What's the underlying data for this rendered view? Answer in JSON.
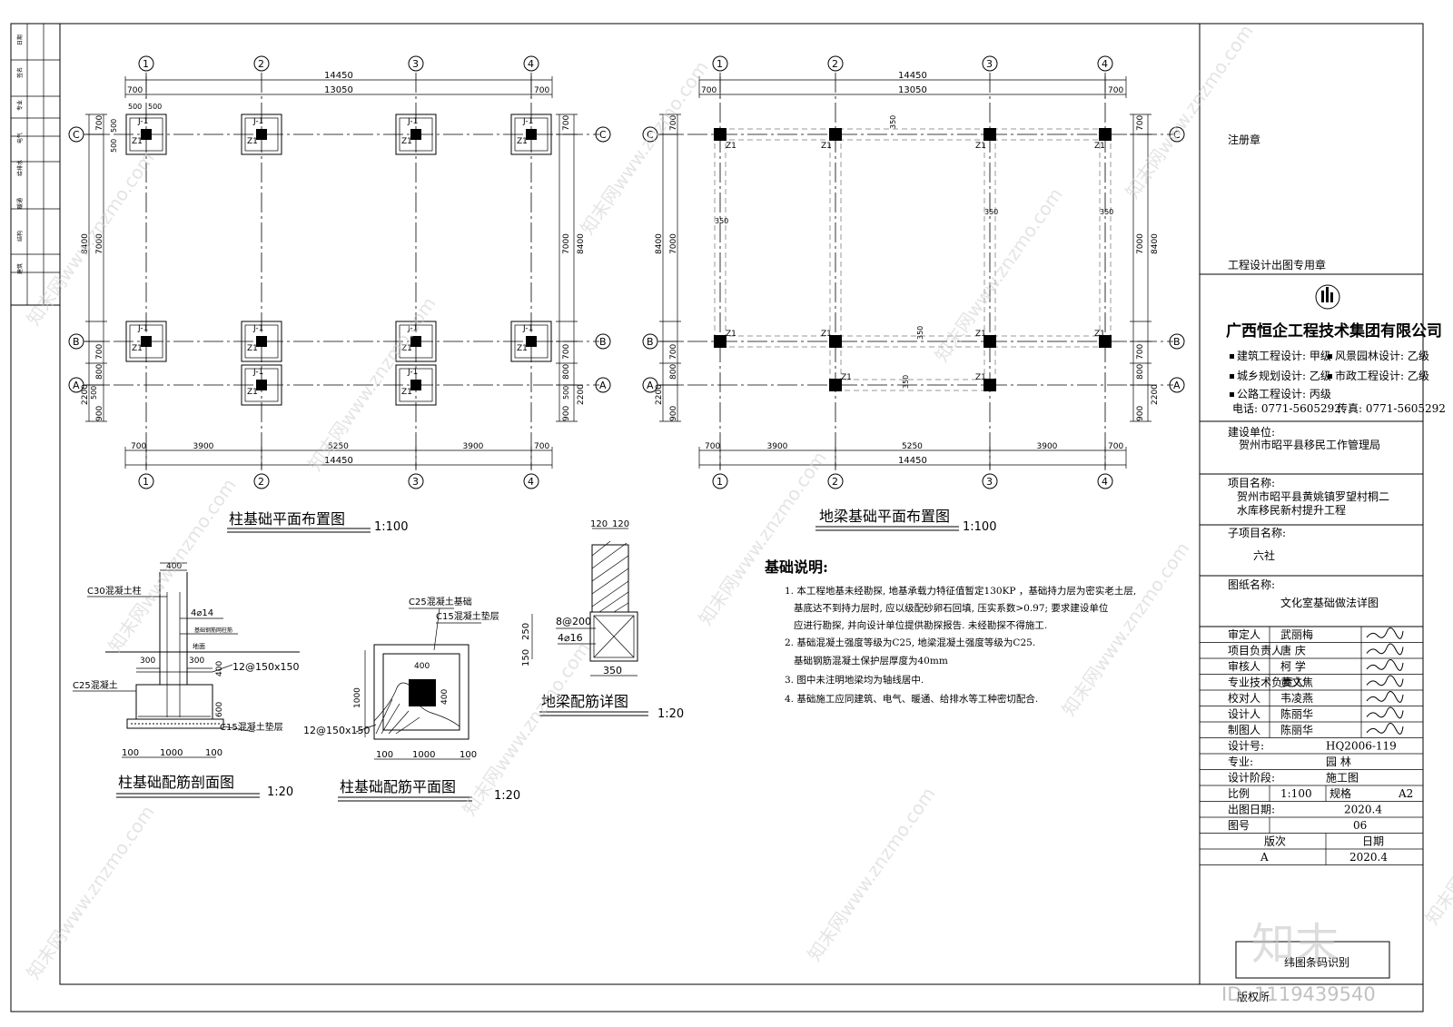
{
  "drawing": {
    "plan1": {
      "title": "柱基础平面布置图",
      "scale": "1:100",
      "footing_label": "J-1",
      "column_label": "Z1"
    },
    "plan2": {
      "title": "地梁基础平面布置图",
      "scale": "1:100",
      "column_label": "Z1",
      "beam_width": "350"
    },
    "axes": {
      "cols": [
        "1",
        "2",
        "3",
        "4"
      ],
      "rows": [
        "C",
        "B",
        "A"
      ]
    },
    "dims": {
      "total": "14450",
      "inner": "13050",
      "edge": "700",
      "spans": [
        "3900",
        "5250",
        "3900"
      ],
      "left1": [
        "700",
        "7000",
        "700",
        "800",
        "900"
      ],
      "left2": [
        "8400",
        "2200"
      ],
      "pad": [
        "500",
        "500"
      ],
      "pad_v": [
        "500",
        "500"
      ],
      "pad_v2": [
        "500",
        "500"
      ],
      "beam_350": "350"
    },
    "section": {
      "title": "柱基础配筋剖面图",
      "scale": "1:20",
      "c30": "C30混凝土柱",
      "bar1": "4⌀14",
      "note1": "基础钢筋网柱筋",
      "ground": "地面",
      "c25": "C25混凝土",
      "c15": "C15混凝土垫层",
      "d400": "400",
      "d300a": "300",
      "d300b": "300",
      "d400v": "400",
      "d600v": "600",
      "mesh": "12@150x150",
      "d100a": "100",
      "d1000": "1000",
      "d100b": "100"
    },
    "plan_rebar": {
      "title": "柱基础配筋平面图",
      "scale": "1:20",
      "c25": "C25混凝土基础",
      "c15": "C15混凝土垫层",
      "d400": "400",
      "d1000v": "1000",
      "d400v": "400",
      "mesh": "12@150x150",
      "d100a": "100",
      "d1000": "1000",
      "d100b": "100"
    },
    "beam_detail": {
      "title": "地梁配筋详图",
      "scale": "1:20",
      "w1": "120",
      "w2": "120",
      "stirrup": "8@200",
      "bars": "4⌀16",
      "h250": "250",
      "h150": "150",
      "w350": "350"
    },
    "notes": {
      "heading": "基础说明:",
      "lines": [
        "1. 本工程地基未经勘探, 地基承载力特征值暂定130KP ，基础持力层为密实老土层,",
        "基底达不到持力层时, 应以级配砂卵石回填, 压实系数>0.97; 要求建设单位",
        "应进行勘探, 并向设计单位提供勘探报告. 未经勘探不得施工.",
        "2. 基础混凝土强度等级为C25, 地梁混凝土强度等级为C25.",
        "基础钢筋混凝土保护层厚度为40mm",
        "3. 图中未注明地梁均为轴线居中.",
        "4. 基础施工应同建筑、电气、暖通、给排水等工种密切配合."
      ]
    }
  },
  "left_strip": [
    "日期",
    "签名",
    "专业",
    "电气",
    "给排水",
    "暖通",
    "结构",
    "建筑"
  ],
  "title_block": {
    "reg_stamp": "注册章",
    "design_stamp": "工程设计出图专用章",
    "company": "广西恒企工程技术集团有限公司",
    "quals": [
      "建筑工程设计: 甲级",
      "风景园林设计: 乙级",
      "城乡规划设计: 乙级",
      "市政工程设计: 乙级",
      "公路工程设计: 丙级"
    ],
    "phone": "电话: 0771-5605292",
    "fax": "传真: 0771-5605292",
    "client_label": "建设单位:",
    "client": "贺州市昭平县移民工作管理局",
    "project_label": "项目名称:",
    "project_l1": "贺州市昭平县黄姚镇罗望村桐二",
    "project_l2": "水库移民新村提升工程",
    "sub_label": "子项目名称:",
    "sub": "六社",
    "drawing_label": "图纸名称:",
    "drawing_name": "文化室基础做法详图",
    "roles": [
      {
        "role": "审定人",
        "name": "武丽梅"
      },
      {
        "role": "项目负责人",
        "name": "唐 庆"
      },
      {
        "role": "审核人",
        "name": "柯 学"
      },
      {
        "role": "专业技术负责人",
        "name": "黄文焦"
      },
      {
        "role": "校对人",
        "name": "韦凌燕"
      },
      {
        "role": "设计人",
        "name": "陈丽华"
      },
      {
        "role": "制图人",
        "name": "陈丽华"
      }
    ],
    "design_no_label": "设计号:",
    "design_no": "HQ2006-119",
    "discipline_label": "专业:",
    "discipline": "园 林",
    "stage_label": "设计阶段:",
    "stage": "施工图",
    "scale_label": "比例",
    "scale": "1:100",
    "size_label": "规格",
    "size": "A2",
    "date_label": "出图日期:",
    "date": "2020.4",
    "sheet_label": "图号",
    "sheet": "06",
    "rev_label": "版次",
    "rev_date_label": "日期",
    "rev": "A",
    "rev_date": "2020.4",
    "qr_label": "纬图条码识别",
    "bottom_label": "版权所"
  },
  "watermark": {
    "brand": "知末",
    "id": "ID: 1119439540",
    "site": "www.znzmo.com",
    "net": "知末网"
  }
}
